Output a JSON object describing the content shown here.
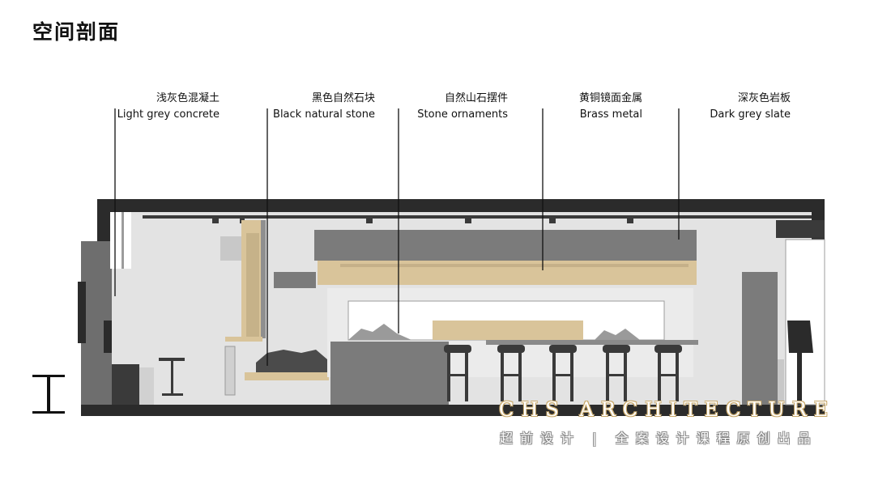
{
  "title": "空间剖面",
  "callouts": [
    {
      "zh": "浅灰色混凝土",
      "en": "Light grey concrete"
    },
    {
      "zh": "黑色自然石块",
      "en": "Black natural stone"
    },
    {
      "zh": "自然山石摆件",
      "en": "Stone ornaments"
    },
    {
      "zh": "黄铜镜面金属",
      "en": "Brass metal"
    },
    {
      "zh": "深灰色岩板",
      "en": "Dark grey slate"
    }
  ],
  "watermark": {
    "brand": "CHS ARCHITECTURE",
    "slogan": "超前设计 | 全案设计课程原创出品"
  },
  "colors": {
    "wall": "#2b2b2b",
    "concrete": "#e3e3e3",
    "slate": "#7b7b7b",
    "brass": "#d9c49a",
    "accent_gold": "#c9a96b"
  }
}
